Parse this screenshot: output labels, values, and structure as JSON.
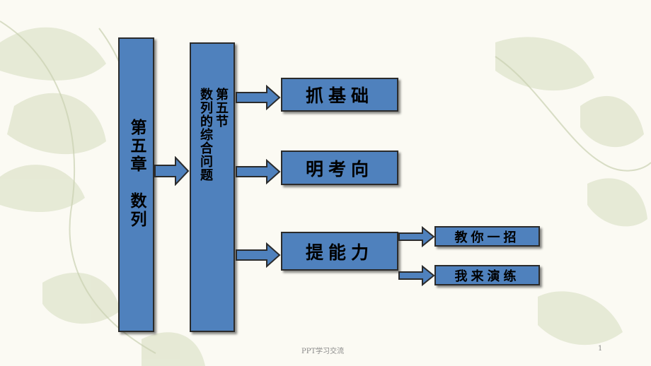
{
  "chapter": {
    "title": "第五章　数列"
  },
  "section": {
    "line1": "第五节",
    "line2": "数列的综合问题"
  },
  "nodes": {
    "basics": "抓基础",
    "exam": "明考向",
    "ability": "提能力",
    "tips": "教你一招",
    "practice": "我来演练"
  },
  "footer": {
    "text": "PPT学习交流",
    "page": "1"
  },
  "colors": {
    "box_fill": "#4f81bd",
    "box_border": "#2b2b2b",
    "background": "#fbfaf3",
    "decoration": "#d6dcc2"
  },
  "icons": {
    "connector": "block-arrow-right",
    "background": "floral-decoration"
  }
}
